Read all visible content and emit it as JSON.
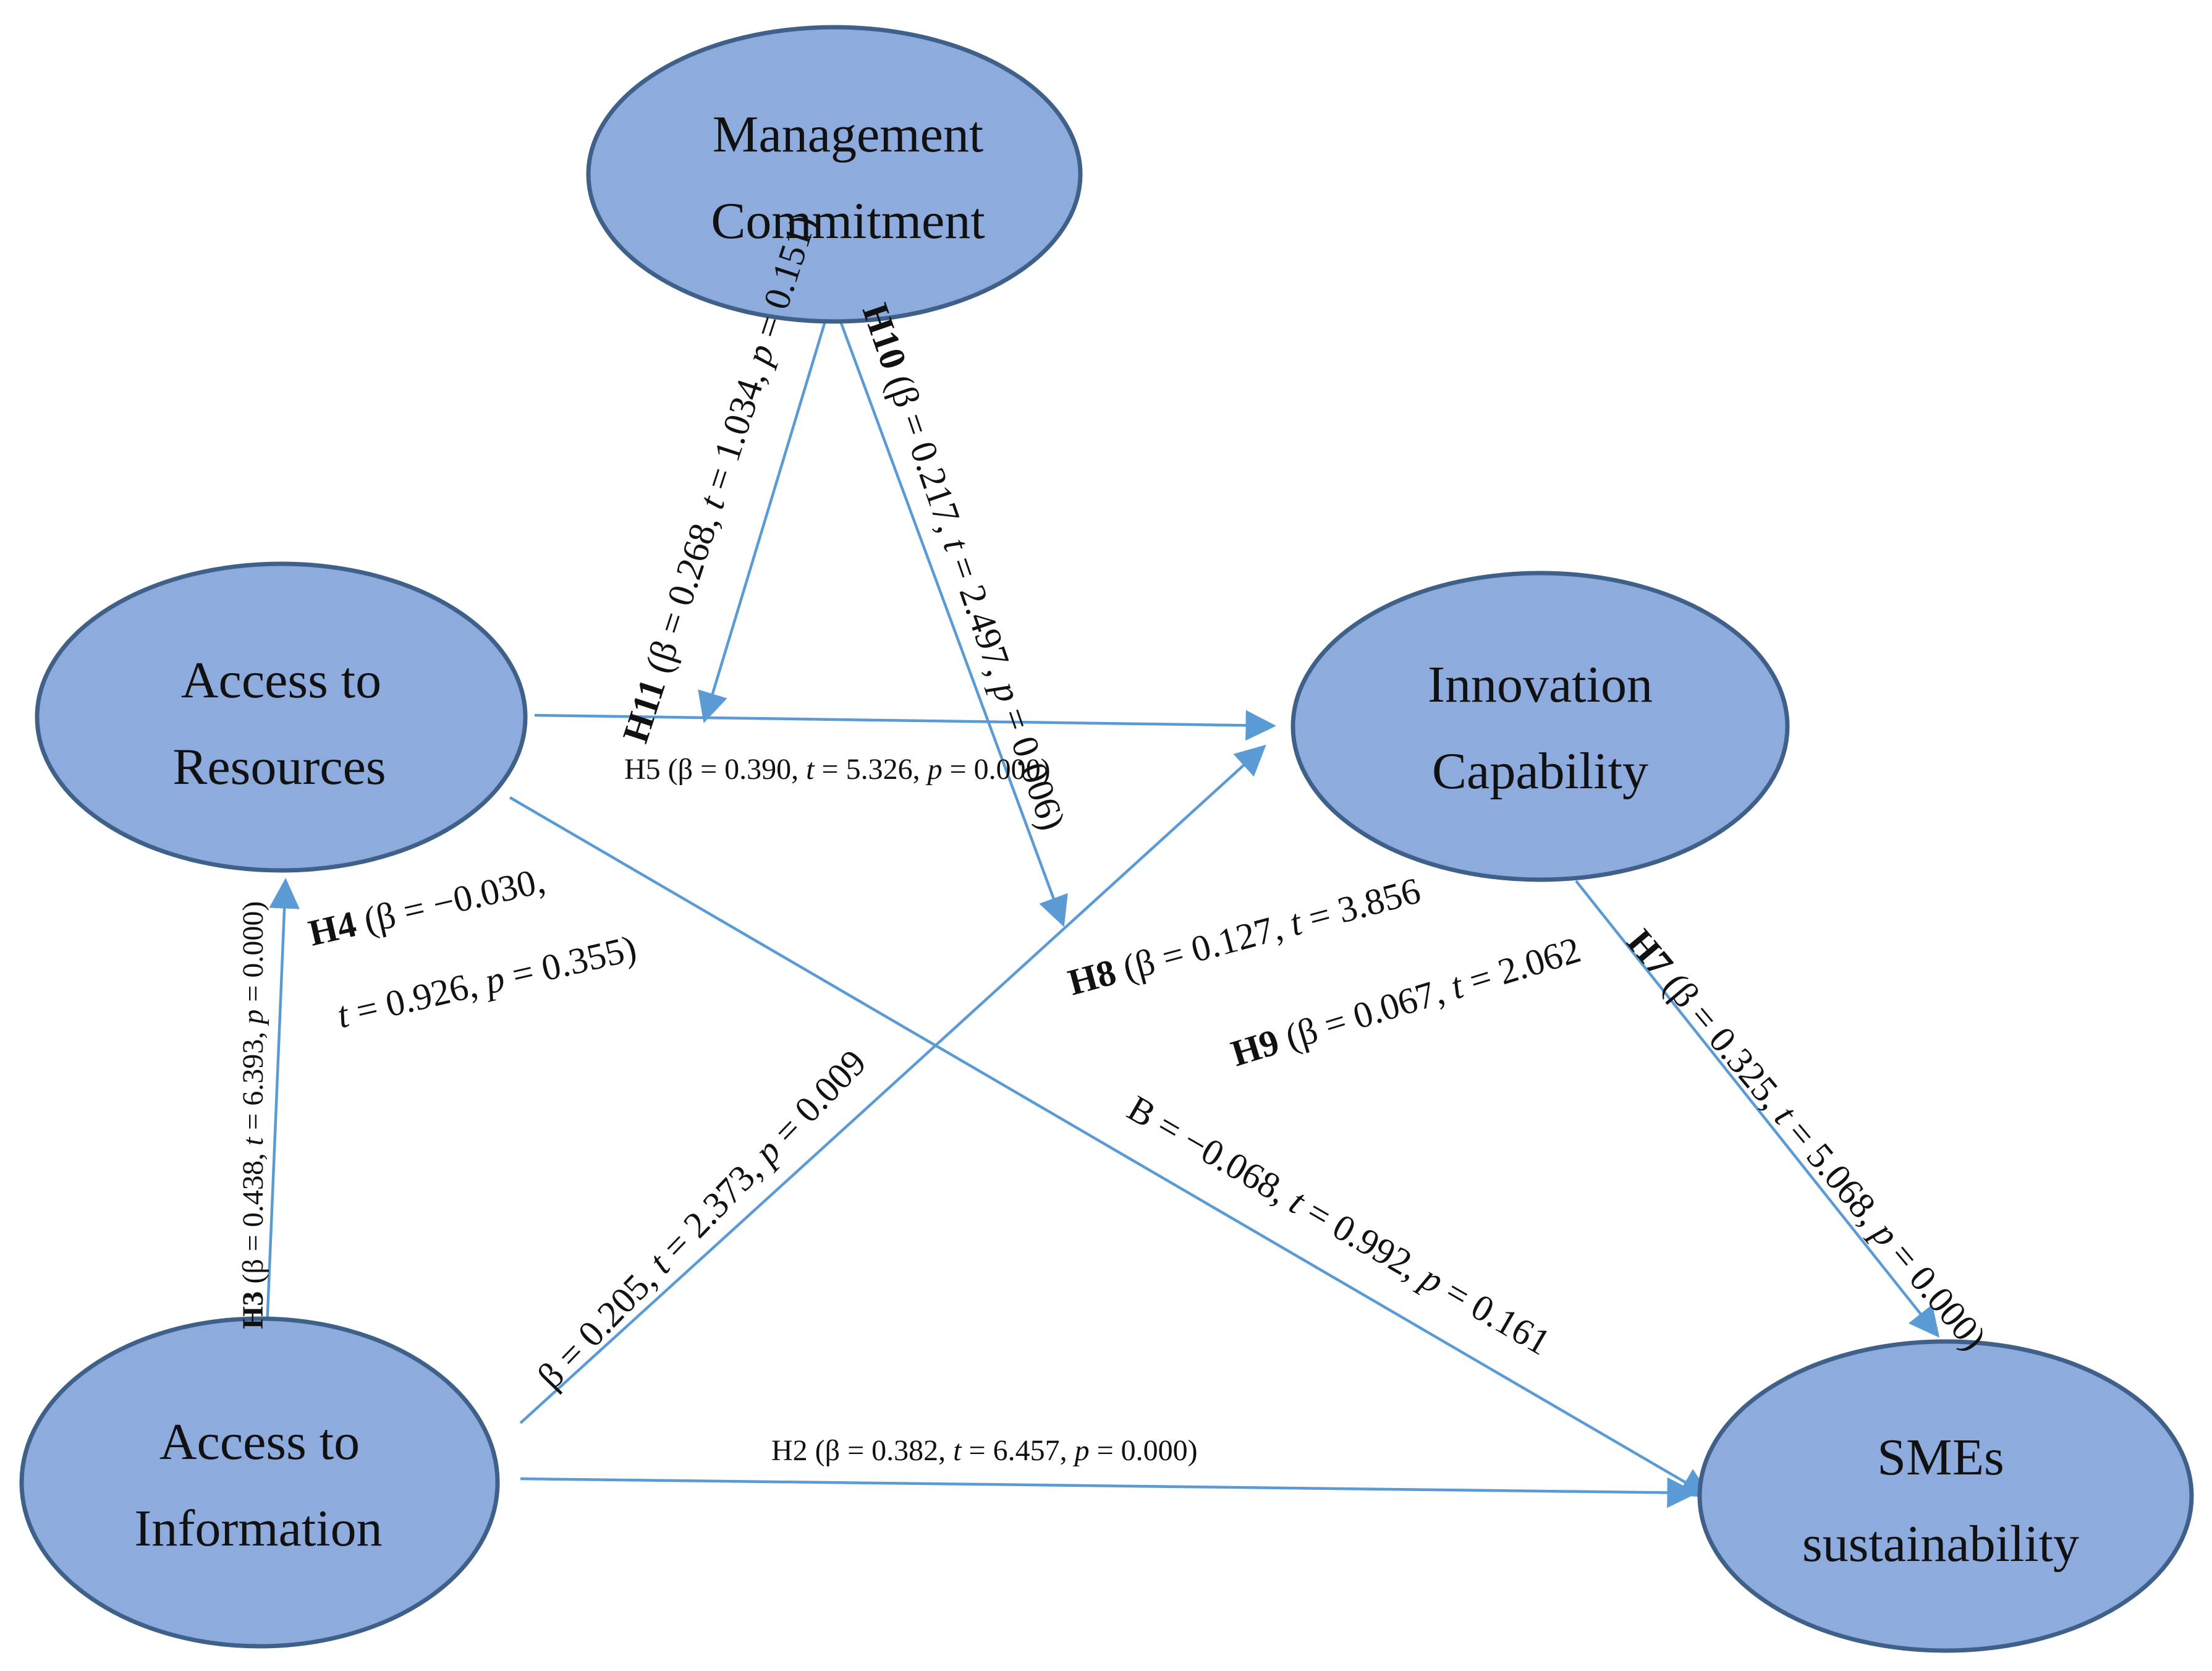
{
  "nodes": {
    "management_commitment": {
      "line1": "Management",
      "line2": "Commitment"
    },
    "access_to_resources": {
      "line1": "Access to",
      "line2": "Resources"
    },
    "innovation_capability": {
      "line1": "Innovation",
      "line2": "Capability"
    },
    "access_to_information": {
      "line1": "Access to",
      "line2": "Information"
    },
    "smes_sustainability": {
      "line1": "SMEs",
      "line2": "sustainability"
    }
  },
  "edges": {
    "h2": {
      "id": "H2",
      "beta": "(β = 0.382, ",
      "t": "t",
      "t_val": " = 6.457, ",
      "p": "p",
      "p_val": " = 0.000)"
    },
    "h3": {
      "id": "H3",
      "beta": " (β = 0.438, ",
      "t": "t",
      "t_val": " = 6.393, ",
      "p": "p",
      "p_val": " = 0.000)"
    },
    "h4": {
      "id": "H4",
      "beta": " (β = −0.030,",
      "t": "t",
      "t_val": " = 0.926, ",
      "p": "p",
      "p_val": " = 0.355)"
    },
    "h5": {
      "id": "H5",
      "beta": " (β = 0.390, ",
      "t": "t",
      "t_val": " = 5.326, ",
      "p": "p",
      "p_val": " = 0.000)"
    },
    "h6": {
      "beta": "β = 0.205, ",
      "t": "t",
      "t_val": " = 2.373, ",
      "p": "p",
      "p_val": " = 0.009"
    },
    "h6b": {
      "beta": "B = −0.068, ",
      "t": "t",
      "t_val": " = 0.992, ",
      "p": "p",
      "p_val": " = 0.161"
    },
    "h7": {
      "id": "H7",
      "beta": " (β = 0.325, ",
      "t": "t",
      "t_val": " = 5.068, ",
      "p": "p",
      "p_val": " = 0.000)"
    },
    "h8": {
      "id": "H8",
      "beta": " (β = 0.127, ",
      "t": "t",
      "t_val": " = 3.856"
    },
    "h9": {
      "id": "H9",
      "beta": " (β = 0.067, ",
      "t": "t",
      "t_val": " = 2.062"
    },
    "h10": {
      "id": "H10",
      "beta": " (β = 0.217, ",
      "t": "t",
      "t_val": " = 2.497, ",
      "p": "p",
      "p_val": " = 0.006)"
    },
    "h11": {
      "id": "H11",
      "beta": " (β = 0.268, ",
      "t": "t",
      "t_val": " = 1.034, ",
      "p": "p",
      "p_val": " = 0.151)"
    }
  },
  "colors": {
    "node_fill": "#8eabdd",
    "node_stroke": "#3f6189",
    "edge": "#5b9bd5",
    "text": "#111111"
  }
}
